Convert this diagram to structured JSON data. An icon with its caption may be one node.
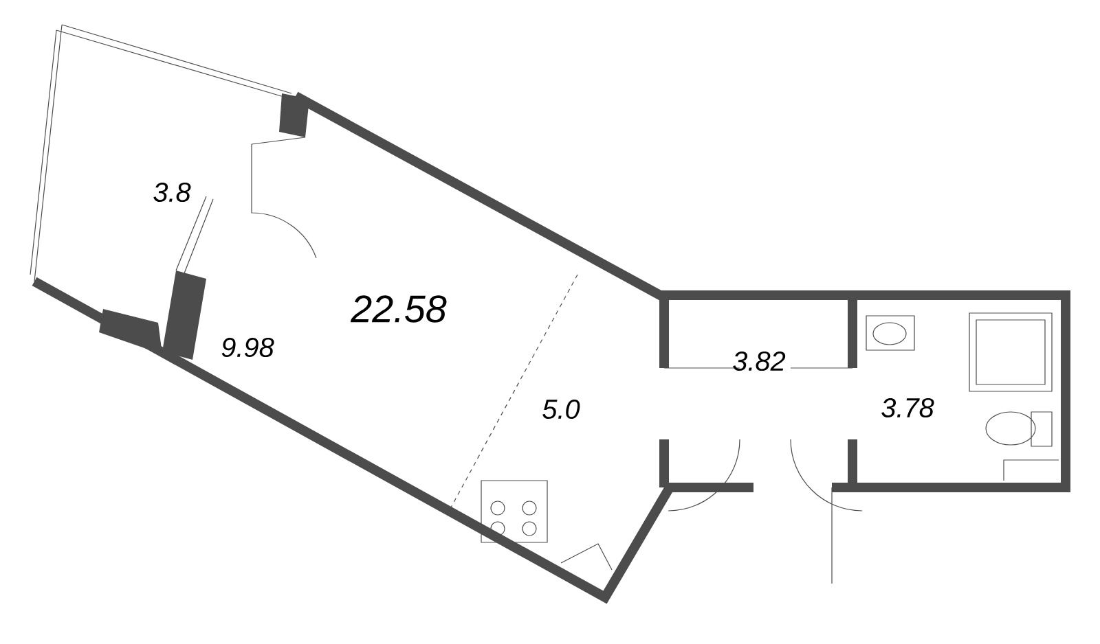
{
  "diagram": {
    "labels": [
      "3.8",
      "22.58",
      "9.98",
      "5.0",
      "3.82",
      "3.78"
    ]
  }
}
